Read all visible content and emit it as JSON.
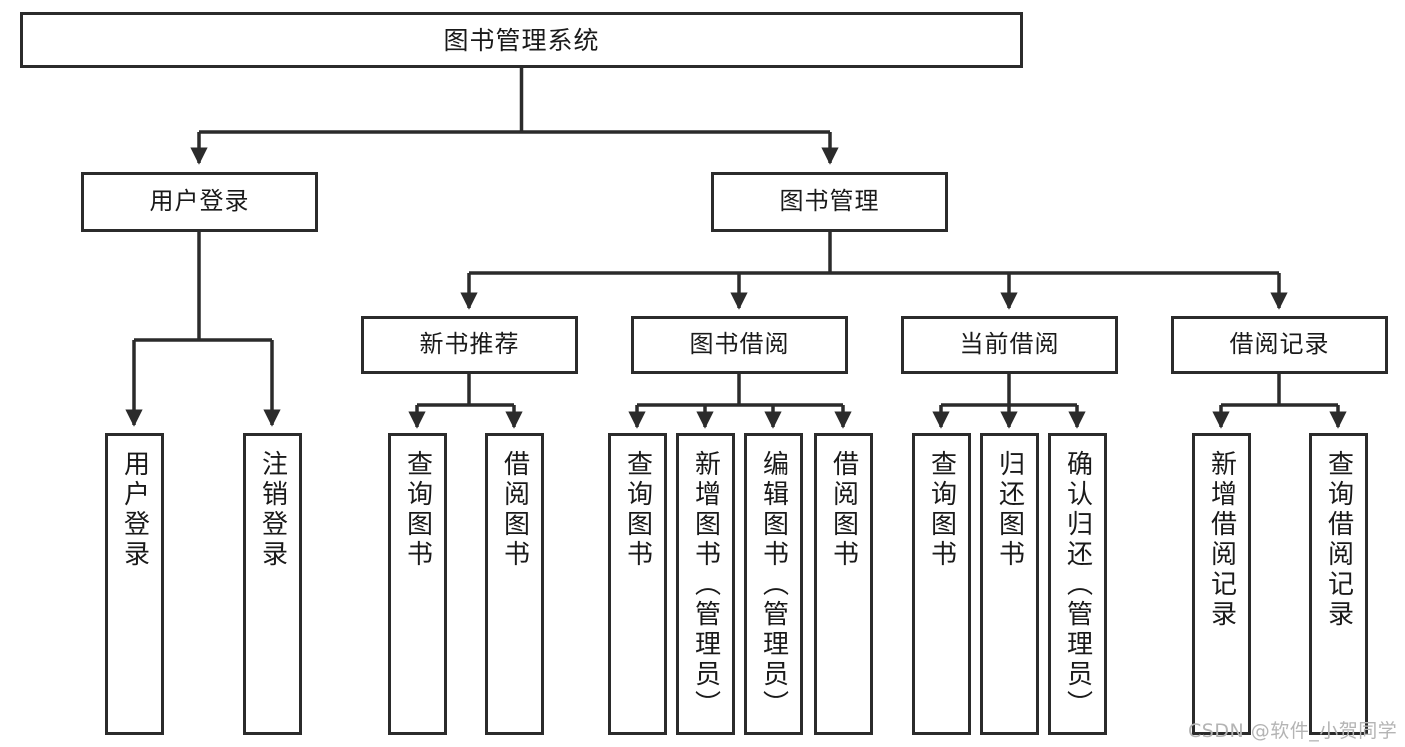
{
  "diagram": {
    "title": "图书管理系统",
    "type": "tree-hierarchy-chart",
    "stroke_color": "#2b2b2b",
    "fill_color": "#ffffff",
    "nodes": {
      "root": {
        "label": "图书管理系统"
      },
      "level2": [
        {
          "label": "用户登录"
        },
        {
          "label": "图书管理"
        }
      ],
      "level3": [
        {
          "label": "新书推荐"
        },
        {
          "label": "图书借阅"
        },
        {
          "label": "当前借阅"
        },
        {
          "label": "借阅记录"
        }
      ],
      "leaves": [
        {
          "label": "用户登录"
        },
        {
          "label": "注销登录"
        },
        {
          "label": "查询图书"
        },
        {
          "label": "借阅图书"
        },
        {
          "label": "查询图书"
        },
        {
          "label": "新增图书（管理员）"
        },
        {
          "label": "编辑图书（管理员）"
        },
        {
          "label": "借阅图书"
        },
        {
          "label": "查询图书"
        },
        {
          "label": "归还图书"
        },
        {
          "label": "确认归还（管理员）"
        },
        {
          "label": "新增借阅记录"
        },
        {
          "label": "查询借阅记录"
        }
      ]
    }
  },
  "watermark": {
    "text": "CSDN @软件_小贺同学",
    "color": "#b4b4b4"
  }
}
